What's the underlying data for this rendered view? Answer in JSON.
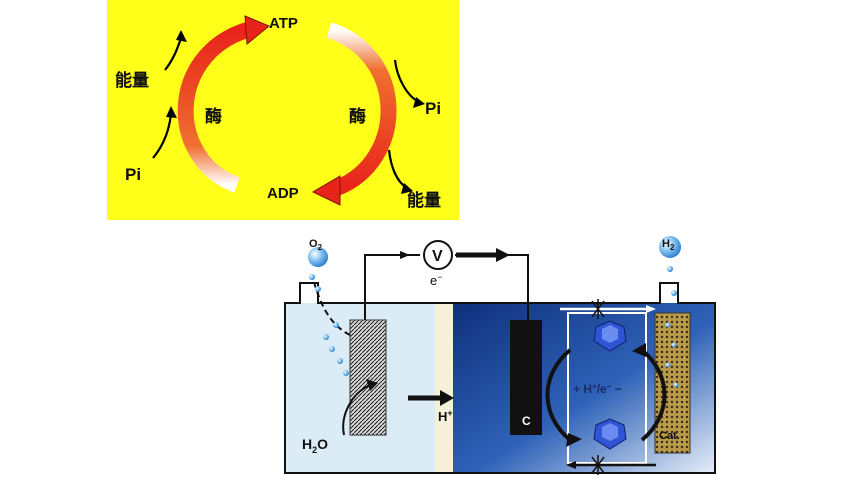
{
  "atp_cycle": {
    "atp": "ATP",
    "adp": "ADP",
    "enzyme_left": "酶",
    "enzyme_right": "酶",
    "energy_in": "能量",
    "energy_out": "能量",
    "pi_in": "Pi",
    "pi_out": "Pi",
    "colors": {
      "background": "#ffff1a",
      "arrow": "#e8231a"
    }
  },
  "electrolysis_cell": {
    "o2": "O",
    "o2_sub": "2",
    "h2": "H",
    "h2_sub": "2",
    "voltmeter": "V",
    "electron": "e",
    "electron_sup": "−",
    "h_plus": "H",
    "h_plus_sup": "+",
    "water_h": "H",
    "water_sub": "2",
    "water_o": "O",
    "carbon_electrode": "C",
    "catalyst_electrode": "Cat.",
    "redox_label_pre": "+ H",
    "redox_label_sup1": "+",
    "redox_label_mid": "/e",
    "redox_label_sup2": "−",
    "redox_label_post": " −",
    "colors": {
      "liquid_left": "#dcecf7",
      "liquid_right": "#1a3c8c",
      "molecule": "#2f55d4"
    }
  }
}
